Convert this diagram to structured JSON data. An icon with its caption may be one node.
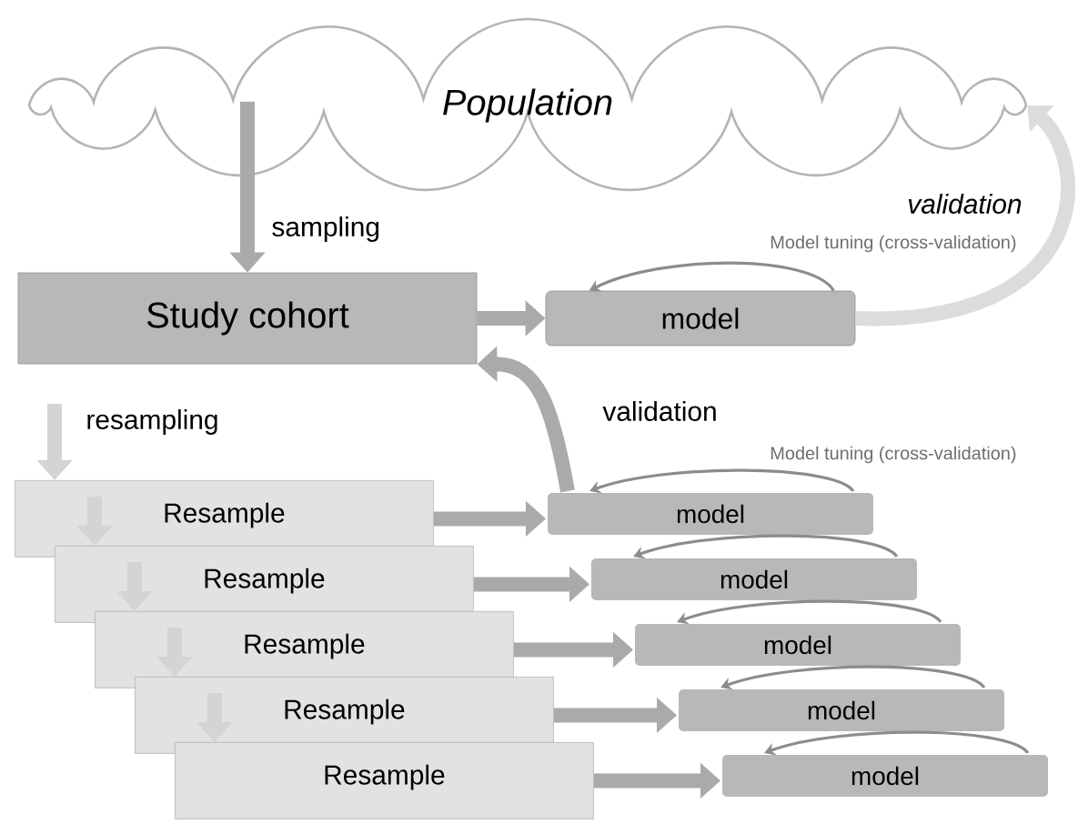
{
  "diagram": {
    "nodes": [
      {
        "text": [
          "Population"
        ]
      },
      {
        "text": [
          "Study cohort"
        ]
      },
      {
        "text": [
          "model"
        ]
      },
      {
        "text": [
          "Resample"
        ]
      },
      {
        "text": [
          "Resample"
        ]
      },
      {
        "text": [
          "Resample"
        ]
      },
      {
        "text": [
          "Resample"
        ]
      },
      {
        "text": [
          "Resample"
        ]
      },
      {
        "text": [
          "model"
        ]
      },
      {
        "text": [
          "model"
        ]
      },
      {
        "text": [
          "model"
        ]
      },
      {
        "text": [
          "model"
        ]
      },
      {
        "text": [
          "model"
        ]
      }
    ],
    "edges": [
      {
        "from": 0,
        "to": 1,
        "arrow": "to",
        "label": "sampling"
      },
      {
        "from": 1,
        "to": 2,
        "arrow": "to"
      },
      {
        "from": 2,
        "to": 0,
        "arrow": "to",
        "label": "validation",
        "color": "#dcdcdc"
      },
      {
        "from": 2,
        "to": 2,
        "arrow": "to",
        "label": "Model tuning (cross-validation)",
        "color": "#8c8c8c"
      },
      {
        "from": null,
        "to": 3,
        "arrow": "to",
        "label": "resampling",
        "color": "#d4d4d4"
      },
      {
        "from": 3,
        "to": 4,
        "arrow": "to",
        "color": "#d4d4d4"
      },
      {
        "from": 4,
        "to": 5,
        "arrow": "to",
        "color": "#d4d4d4"
      },
      {
        "from": 5,
        "to": 6,
        "arrow": "to",
        "color": "#d4d4d4"
      },
      {
        "from": 6,
        "to": 7,
        "arrow": "to",
        "color": "#d4d4d4"
      },
      {
        "from": 3,
        "to": 8,
        "arrow": "to"
      },
      {
        "from": 4,
        "to": 9,
        "arrow": "to"
      },
      {
        "from": 5,
        "to": 10,
        "arrow": "to"
      },
      {
        "from": 6,
        "to": 11,
        "arrow": "to"
      },
      {
        "from": 7,
        "to": 12,
        "arrow": "to"
      },
      {
        "from": 8,
        "to": 8,
        "arrow": "to",
        "label": "Model tuning (cross-validation)",
        "color": "#8c8c8c"
      },
      {
        "from": 9,
        "to": 9,
        "arrow": "to",
        "color": "#8c8c8c"
      },
      {
        "from": 10,
        "to": 10,
        "arrow": "to",
        "color": "#8c8c8c"
      },
      {
        "from": 11,
        "to": 11,
        "arrow": "to",
        "color": "#8c8c8c"
      },
      {
        "from": 12,
        "to": 12,
        "arrow": "to",
        "color": "#8c8c8c"
      },
      {
        "from": 8,
        "to": 1,
        "arrow": "to",
        "label": "validation"
      }
    ]
  }
}
